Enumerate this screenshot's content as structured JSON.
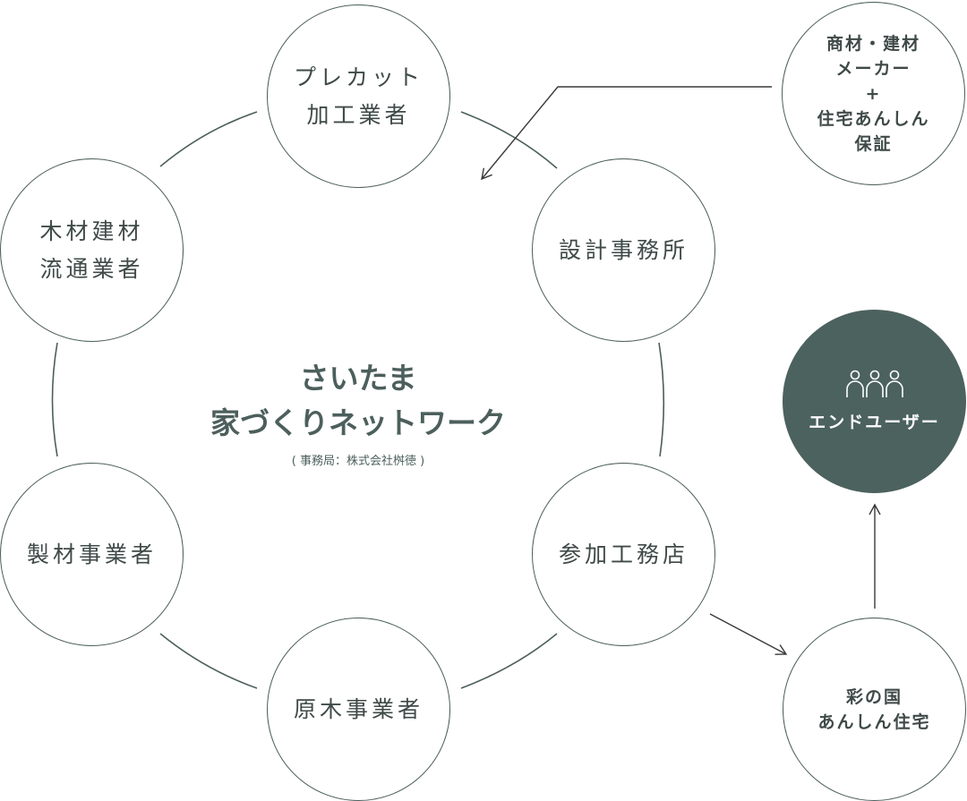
{
  "center": {
    "title_line1": "さいたま",
    "title_line2": "家づくりネットワーク",
    "subtitle": "( 事務局：株式会社桝徳 )"
  },
  "ring_nodes": [
    {
      "id": "precut",
      "lines": [
        "プレカット",
        "加工業者"
      ]
    },
    {
      "id": "design",
      "lines": [
        "設計事務所"
      ]
    },
    {
      "id": "member",
      "lines": [
        "参加工務店"
      ]
    },
    {
      "id": "logging",
      "lines": [
        "原木事業者"
      ]
    },
    {
      "id": "sawmill",
      "lines": [
        "製材事業者"
      ]
    },
    {
      "id": "distribution",
      "lines": [
        "木材建材",
        "流通業者"
      ]
    }
  ],
  "side_nodes": {
    "manufacturer": [
      "商材・建材",
      "メーカー",
      "+",
      "住宅あんしん",
      "保証"
    ],
    "end_user": "エンドユーザー",
    "insurance": [
      "彩の国",
      "あんしん住宅"
    ]
  },
  "icons": {
    "end_user_icon": "people-icon"
  },
  "colors": {
    "stroke": "#4c5f5c",
    "text": "#3f4a48",
    "filled": "#4c625f"
  }
}
